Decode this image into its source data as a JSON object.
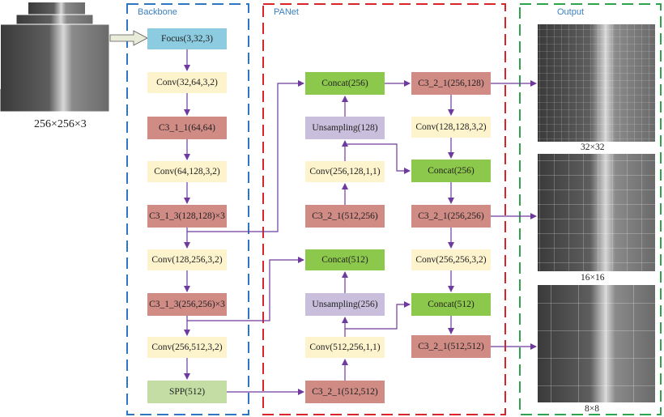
{
  "sections": {
    "backbone": "Backbone",
    "panet": "PANet",
    "output": "Output"
  },
  "input_label": "256×256×3",
  "backbone": [
    "Focus(3,32,3)",
    "Conv(32,64,3,2)",
    "C3_1_1(64,64)",
    "Conv(64,128,3,2)",
    "C3_1_3(128,128)×3",
    "Conv(128,256,3,2)",
    "C3_1_3(256,256)×3",
    "Conv(256,512,3,2)",
    "SPP(512)"
  ],
  "panet_left": [
    "Concat(256)",
    "Unsampling(128)",
    "Conv(256,128,1,1)",
    "C3_2_1(512,256)",
    "Concat(512)",
    "Unsampling(256)",
    "Conv(512,256,1,1)",
    "C3_2_1(512,512)"
  ],
  "panet_right": [
    "C3_2_1(256,128)",
    "Conv(128,128,3,2)",
    "Concat(256)",
    "C3_2_1(256,256)",
    "Conv(256,256,3,2)",
    "Concat(512)",
    "C3_2_1(512,512)"
  ],
  "outputs": [
    "32×32",
    "16×16",
    "8×8"
  ],
  "colors": {
    "focus": "#8ccbe0",
    "conv": "#fdf3cd",
    "c3": "#d08b85",
    "spp": "#c3dda5",
    "concat": "#8cc84b",
    "upsample": "#c9bfdc",
    "arrow": "#6f3a9e",
    "backbone_border": "#2f76c0",
    "panet_border": "#d9252a",
    "output_border": "#2ea34c"
  }
}
